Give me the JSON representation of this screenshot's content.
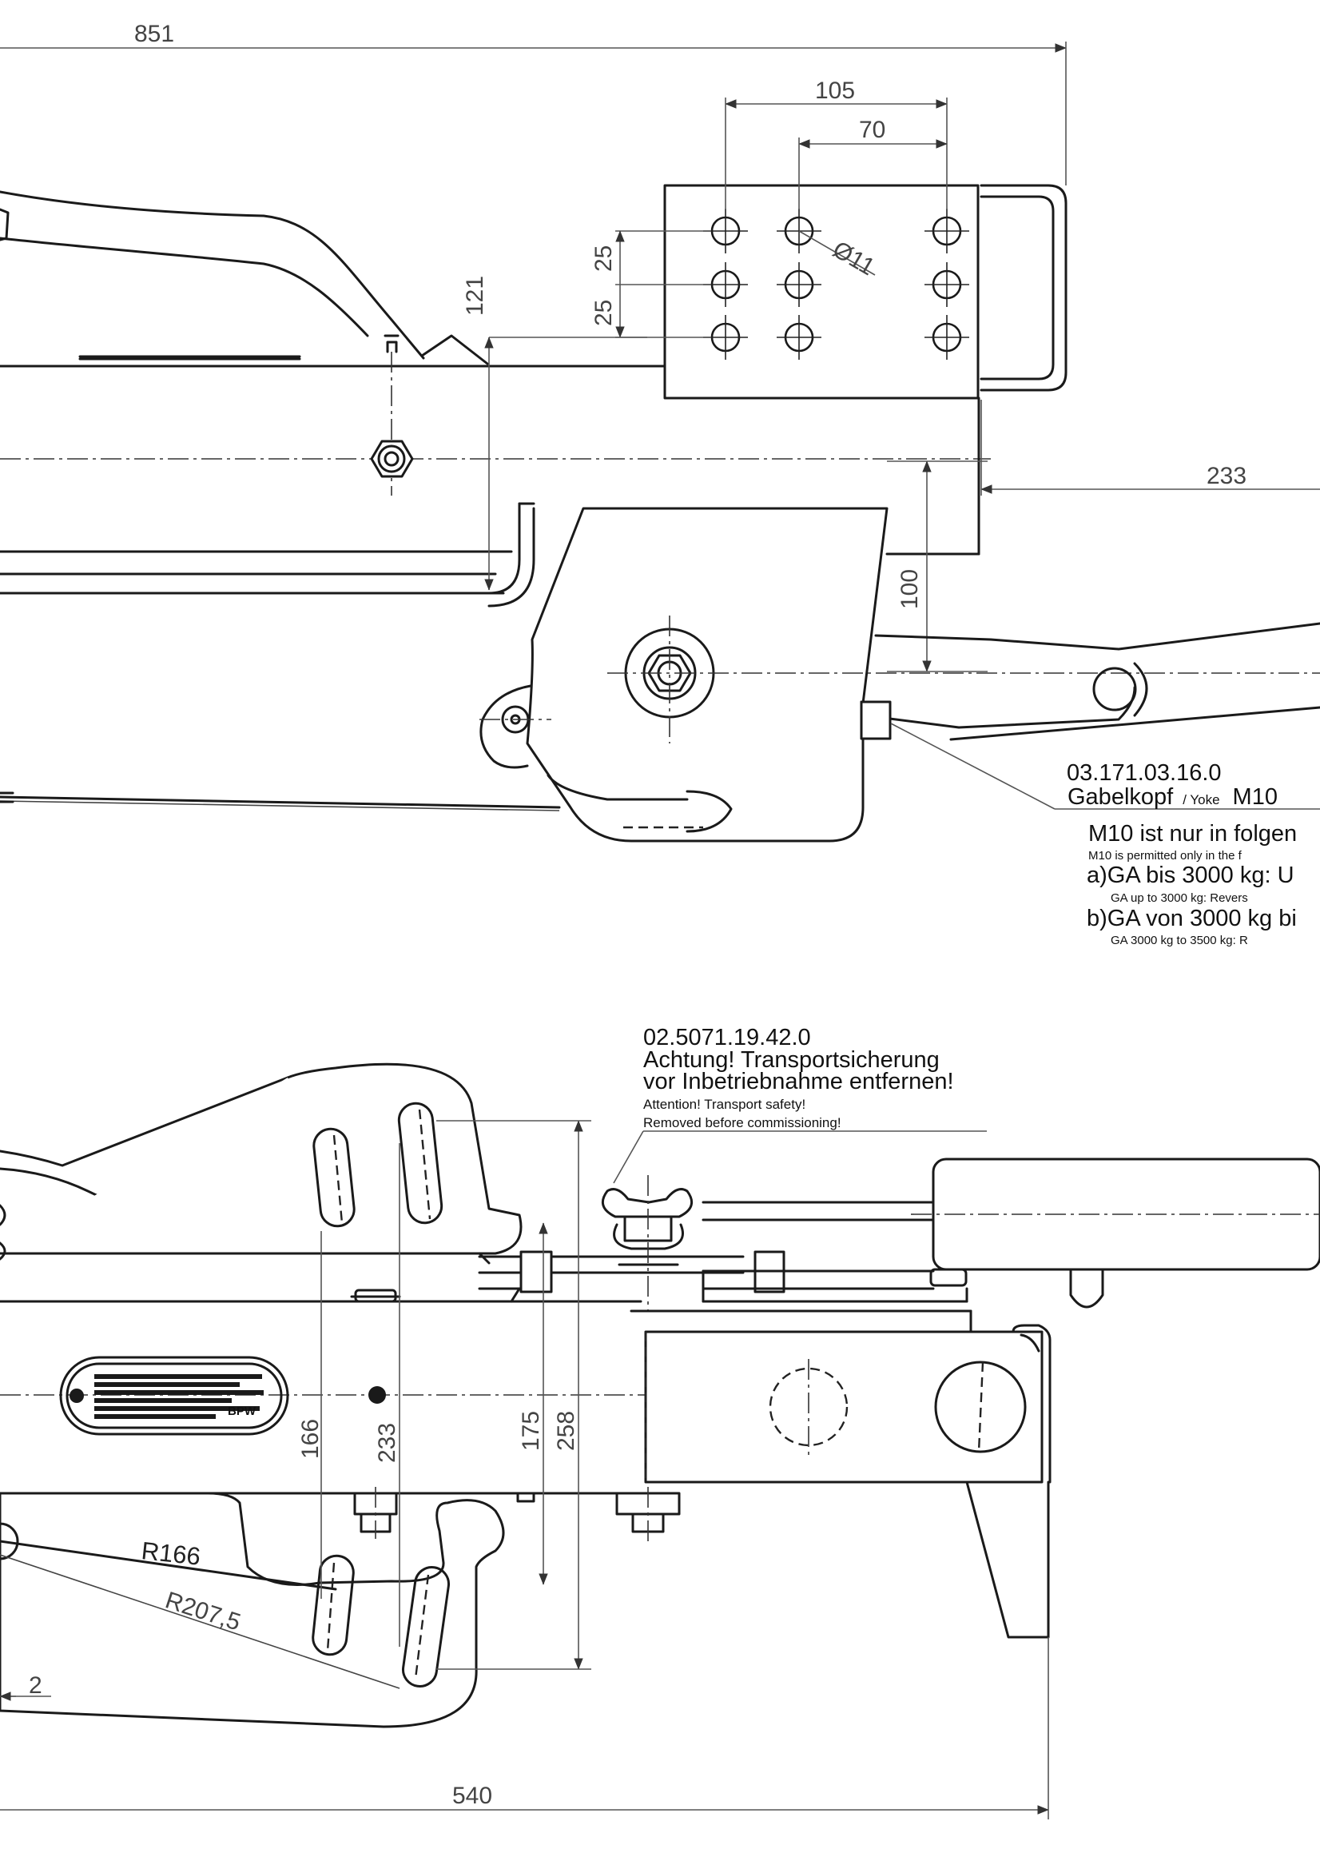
{
  "dimensions": {
    "overall_length_top": "851",
    "hole_span_outer": "105",
    "hole_span_inner": "70",
    "hole_diameter": "Ø11",
    "hole_pitch_1": "25",
    "hole_pitch_2": "25",
    "height_121": "121",
    "offset_233_top": "233",
    "height_100": "100",
    "slot_166": "166",
    "slot_233": "233",
    "slot_175": "175",
    "slot_258": "258",
    "radius_166": "R166",
    "radius_207": "R207,5",
    "gap_2": "2",
    "overall_length_bottom": "540"
  },
  "yoke_note": {
    "part_number": "03.171.03.16.0",
    "label_de": "Gabelkopf",
    "label_en": "/ Yoke",
    "thread": "M10",
    "permit_de": "M10 ist nur in folgen",
    "permit_en": "M10 is permitted only in the f",
    "case_a_de": "a)GA bis 3000 kg: U",
    "case_a_en": "GA up to 3000 kg: Revers",
    "case_b_de": "b)GA von 3000 kg bi",
    "case_b_en": "GA 3000 kg to 3500 kg: R"
  },
  "transport_note": {
    "part_number": "02.5071.19.42.0",
    "warning_de_1": "Achtung! Transportsicherung",
    "warning_de_2": "vor Inbetriebnahme entfernen!",
    "warning_en_1": "Attention! Transport safety!",
    "warning_en_2": "Removed before commissioning!"
  },
  "nameplate": {
    "brand": "BPW"
  }
}
